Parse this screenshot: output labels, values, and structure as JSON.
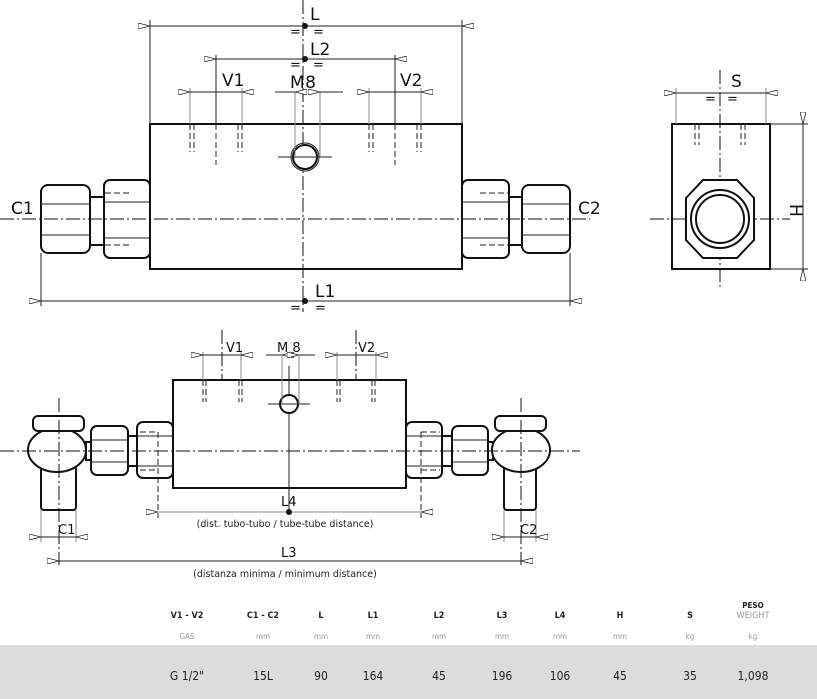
{
  "drawing": {
    "top_view": {
      "L": "L",
      "L1": "L1",
      "L2": "L2",
      "V1": "V1",
      "V2": "V2",
      "M8": "M8",
      "C1": "C1",
      "C2": "C2"
    },
    "side_view": {
      "S": "S",
      "H": "H"
    },
    "bottom_view": {
      "V1": "V1",
      "V2": "V2",
      "M8": "M 8",
      "L4": "L4",
      "L4_note": "(dist. tubo-tubo / tube-tube distance)",
      "L3": "L3",
      "L3_note": "(distanza minima / minimum distance)",
      "C1": "C1",
      "C2": "C2"
    }
  },
  "table": {
    "columns": [
      {
        "header": "V1 - V2",
        "unit": "GAS",
        "value": "G 1/2\""
      },
      {
        "header": "C1 - C2",
        "unit": "mm",
        "value": "15L"
      },
      {
        "header": "L",
        "unit": "mm",
        "value": "90"
      },
      {
        "header": "L1",
        "unit": "mm",
        "value": "164"
      },
      {
        "header": "L2",
        "unit": "mm",
        "value": "45"
      },
      {
        "header": "L3",
        "unit": "mm",
        "value": "196"
      },
      {
        "header": "L4",
        "unit": "mm",
        "value": "106"
      },
      {
        "header": "H",
        "unit": "mm",
        "value": "45"
      },
      {
        "header": "S",
        "unit": "kg",
        "value": "35"
      },
      {
        "header": "PESO",
        "header2": "WEIGHT",
        "unit": "kg",
        "value": "1,098"
      }
    ]
  }
}
